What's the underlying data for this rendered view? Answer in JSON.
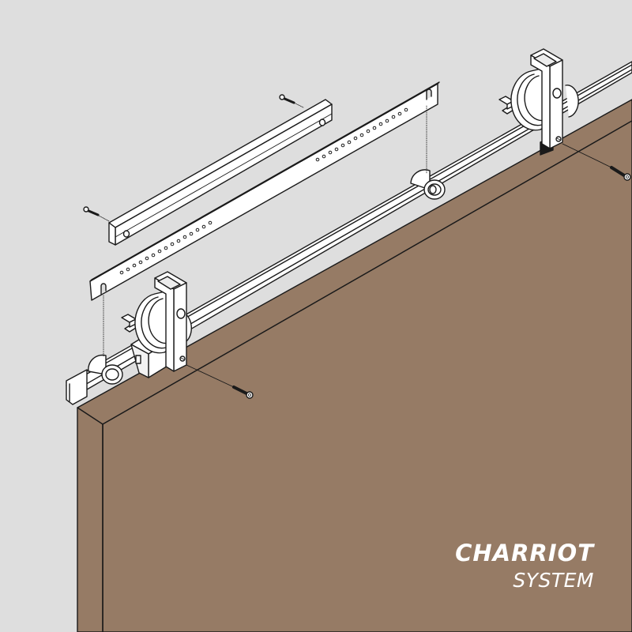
{
  "caption": {
    "title": "CHARRIOT",
    "subtitle": "SYSTEM"
  },
  "colors": {
    "background": "#dedede",
    "door": "#967b65",
    "line": "#1a1a1a",
    "part_fill": "#ffffff",
    "part_shade": "#e6e6e6",
    "caption_text": "#ffffff"
  },
  "components": [
    {
      "name": "sliding-door-panel"
    },
    {
      "name": "top-rail"
    },
    {
      "name": "wood-spacer-bar",
      "holes": 2
    },
    {
      "name": "perforated-mounting-strip",
      "holes": 30
    },
    {
      "name": "left-hanger-roller"
    },
    {
      "name": "right-hanger-roller"
    },
    {
      "name": "mid-roller-guide"
    },
    {
      "name": "left-door-stop-bracket"
    },
    {
      "name": "right-door-stop-bracket"
    },
    {
      "name": "left-anti-jump-block"
    },
    {
      "name": "mounting-screws",
      "count": 4
    }
  ]
}
